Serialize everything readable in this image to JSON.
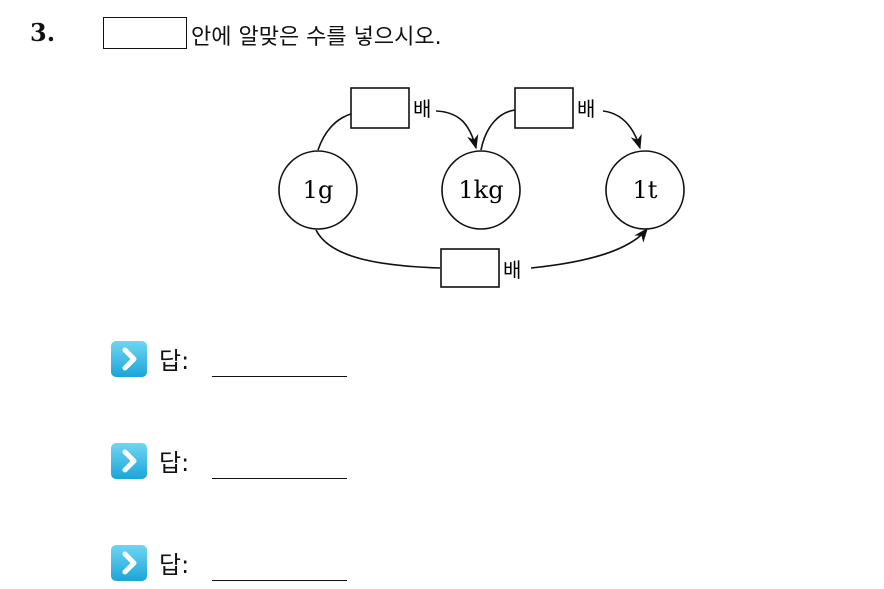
{
  "question": {
    "number": "3.",
    "prompt": "안에 알맞은 수를 넣으시오."
  },
  "diagram": {
    "nodes": [
      {
        "label": "1g"
      },
      {
        "label": "1kg"
      },
      {
        "label": "1t"
      }
    ],
    "multiplier_suffix": "배"
  },
  "answers": [
    {
      "label": "답:"
    },
    {
      "label": "답:"
    },
    {
      "label": "답:"
    }
  ],
  "icon": "chevron-right-icon",
  "colors": {
    "icon_top": "#6fd6f3",
    "icon_bottom": "#1ba5d8"
  }
}
